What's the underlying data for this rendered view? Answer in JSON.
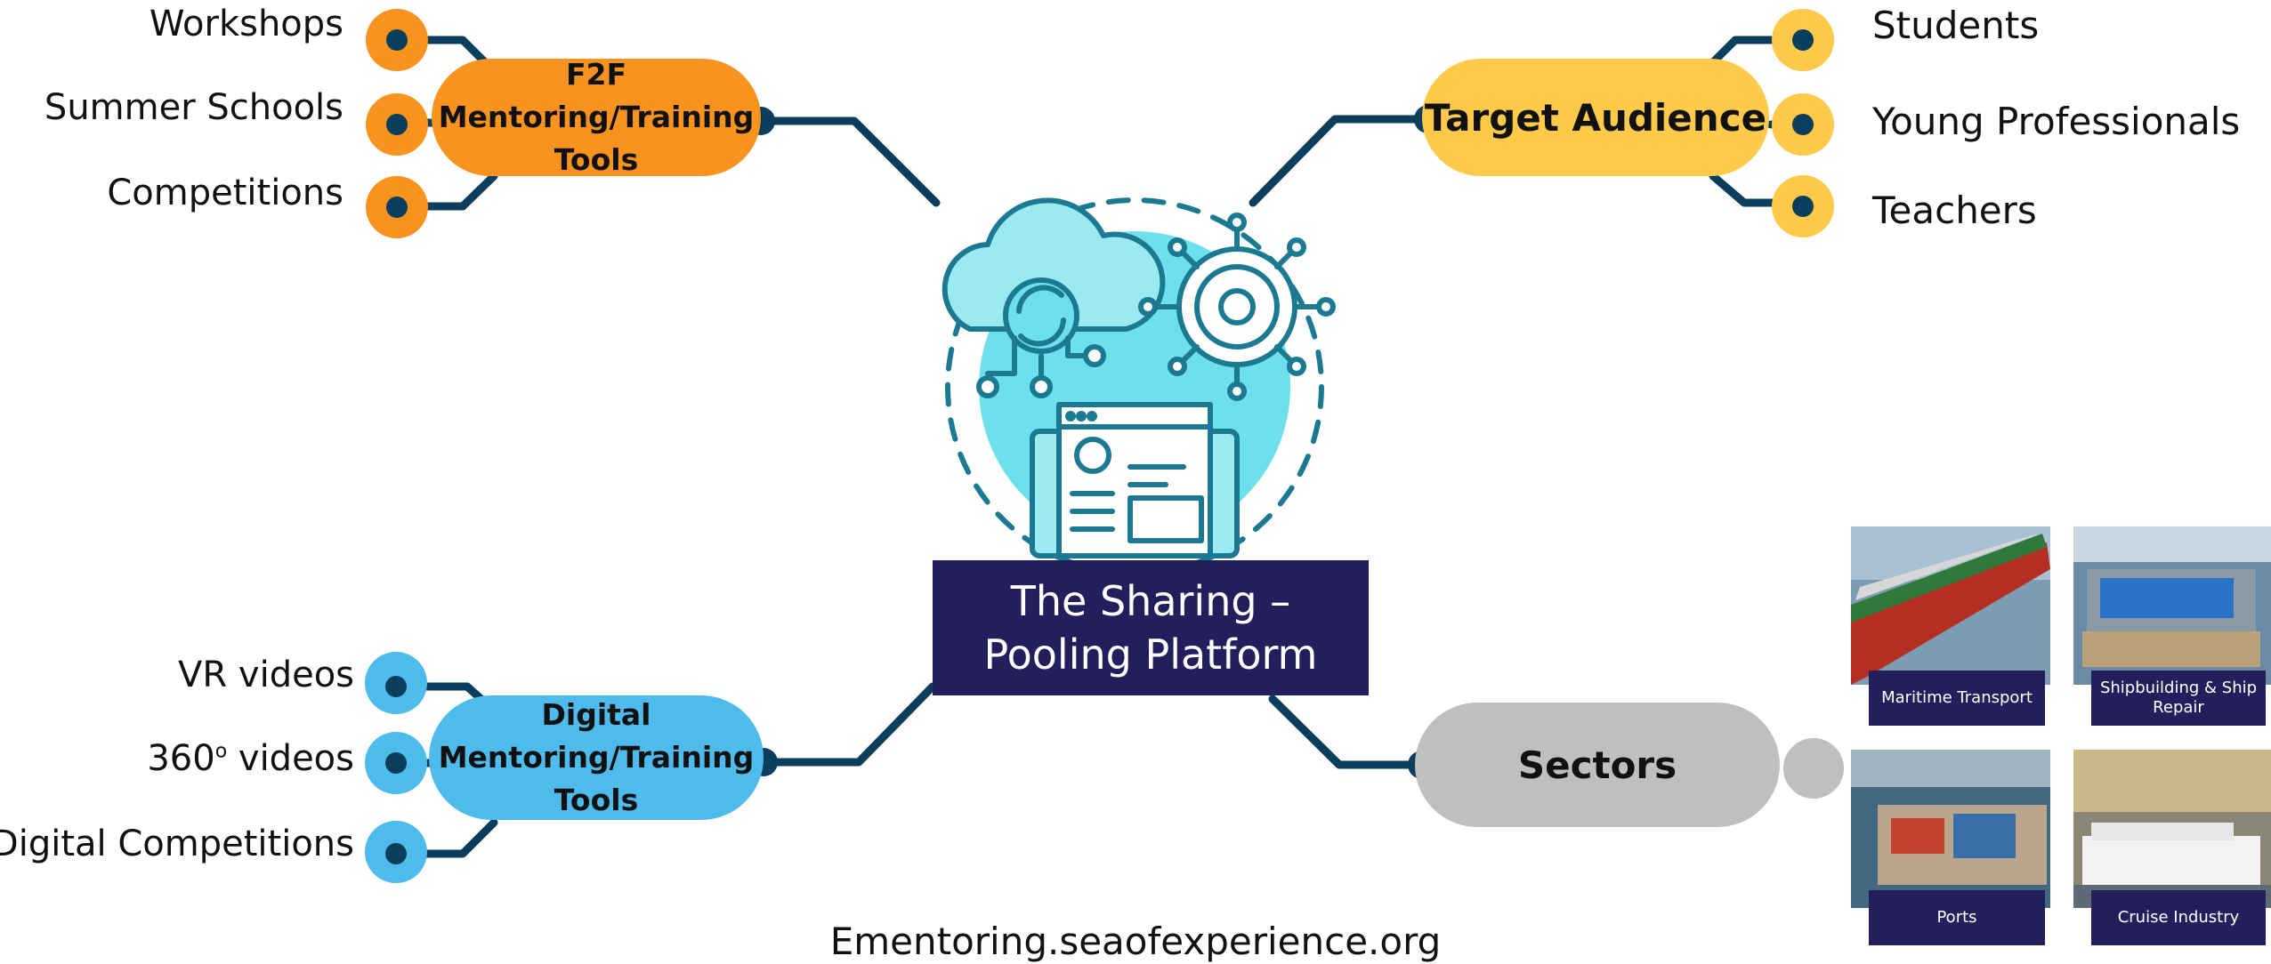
{
  "center": {
    "line1": "The Sharing –",
    "line2": "Pooling Platform"
  },
  "footer": {
    "url": "Ementoring.seaofexperience.org"
  },
  "branches": {
    "f2f": {
      "line1": "F2F",
      "line2": "Mentoring/Training",
      "line3": "Tools",
      "color": "#f7931e",
      "items": [
        "Workshops",
        "Summer Schools",
        "Competitions"
      ]
    },
    "target": {
      "title": "Target Audience",
      "color": "#ffc94a",
      "items": [
        "Students",
        "Young Professionals",
        "Teachers"
      ]
    },
    "digital": {
      "line1": "Digital",
      "line2": "Mentoring/Training",
      "line3": "Tools",
      "color": "#4dbbec",
      "items": [
        "VR videos",
        "360",
        "videos",
        "Digital Competitions"
      ],
      "sup": "o"
    },
    "sectors": {
      "title": "Sectors",
      "color": "#bfbfbf",
      "photos": [
        "Maritime Transport",
        "Shipbuilding & Ship Repair",
        "Ports",
        "Cruise Industry"
      ]
    }
  },
  "colors": {
    "connector": "#0b3d5c",
    "navy": "#241f5c",
    "illustration": "#1b7a91",
    "illustration_fill": "#6de0ec"
  }
}
